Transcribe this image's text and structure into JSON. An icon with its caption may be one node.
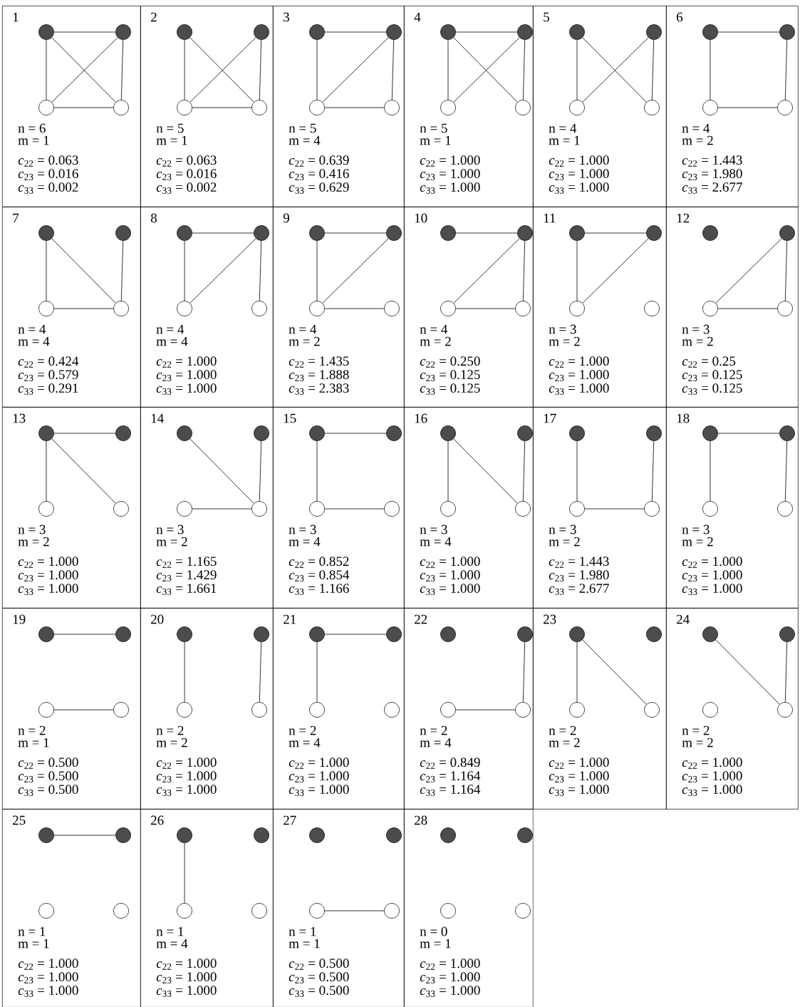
{
  "diagram": {
    "nodes": [
      {
        "text": [
          "1",
          "n = 6",
          "m = 1",
          "*c*$_{22}$ = 0.063",
          "*c*$_{23}$ = 0.016",
          "*c*$_{33}$ = 0.002"
        ]
      },
      {
        "text": [],
        "shape": "circle",
        "in": 0
      },
      {
        "text": [],
        "shape": "circle",
        "in": 0
      },
      {
        "text": [],
        "shape": "circle",
        "in": 0
      },
      {
        "text": [],
        "shape": "circle",
        "in": 0
      },
      {
        "text": [
          "2",
          "n = 5",
          "m = 1",
          "*c*$_{22}$ = 0.063",
          "*c*$_{23}$ = 0.016",
          "*c*$_{33}$ = 0.002"
        ]
      },
      {
        "text": [],
        "shape": "circle",
        "in": 5
      },
      {
        "text": [],
        "shape": "circle",
        "in": 5
      },
      {
        "text": [],
        "shape": "circle",
        "in": 5
      },
      {
        "text": [],
        "shape": "circle",
        "in": 5
      },
      {
        "text": [
          "3",
          "n = 5",
          "m = 4",
          "*c*$_{22}$ = 0.639",
          "*c*$_{23}$ = 0.416",
          "*c*$_{33}$ = 0.629"
        ]
      },
      {
        "text": [],
        "shape": "circle",
        "in": 10
      },
      {
        "text": [],
        "shape": "circle",
        "in": 10
      },
      {
        "text": [],
        "shape": "circle",
        "in": 10
      },
      {
        "text": [],
        "shape": "circle",
        "in": 10
      },
      {
        "text": [
          "4",
          "n = 5",
          "m = 1",
          "*c*$_{22}$ = 1.000",
          "*c*$_{23}$ = 1.000",
          "*c*$_{33}$ = 1.000"
        ]
      },
      {
        "text": [],
        "shape": "circle",
        "in": 15
      },
      {
        "text": [],
        "shape": "circle",
        "in": 15
      },
      {
        "text": [],
        "shape": "circle",
        "in": 15
      },
      {
        "text": [],
        "shape": "circle",
        "in": 15
      },
      {
        "text": [
          "5",
          "n = 4",
          "m = 1",
          "*c*$_{22}$ = 1.000",
          "*c*$_{23}$ = 1.000",
          "*c*$_{33}$ = 1.000"
        ]
      },
      {
        "text": [],
        "shape": "circle",
        "in": 20
      },
      {
        "text": [],
        "shape": "circle",
        "in": 20
      },
      {
        "text": [],
        "shape": "circle",
        "in": 20
      },
      {
        "text": [],
        "shape": "circle",
        "in": 20
      },
      {
        "text": [
          "6",
          "n = 4",
          "m = 2",
          "*c*$_{22}$ = 1.443",
          "*c*$_{23}$ = 1.980",
          "*c*$_{33}$ = 2.677"
        ]
      },
      {
        "text": [],
        "shape": "circle",
        "in": 25
      },
      {
        "text": [],
        "shape": "circle",
        "in": 25
      },
      {
        "text": [],
        "shape": "circle",
        "in": 25
      },
      {
        "text": [],
        "shape": "circle",
        "in": 25
      },
      {
        "text": [
          "7",
          "n = 4",
          "m = 4",
          "*c*$_{22}$ = 0.424",
          "*c*$_{23}$ = 0.579",
          "*c*$_{33}$ = 0.291"
        ]
      },
      {
        "text": [],
        "shape": "circle",
        "in": 30
      },
      {
        "text": [],
        "shape": "circle",
        "in": 30
      },
      {
        "text": [],
        "shape": "circle",
        "in": 30
      },
      {
        "text": [],
        "shape": "circle",
        "in": 30
      },
      {
        "text": [
          "8",
          "n = 4",
          "m = 4",
          "*c*$_{22}$ = 1.000",
          "*c*$_{23}$ = 1.000",
          "*c*$_{33}$ = 1.000"
        ]
      },
      {
        "text": [],
        "shape": "circle",
        "in": 35
      },
      {
        "text": [],
        "shape": "circle",
        "in": 35
      },
      {
        "text": [],
        "shape": "circle",
        "in": 35
      },
      {
        "text": [],
        "shape": "circle",
        "in": 35
      },
      {
        "text": [
          "9",
          "n = 4",
          "m = 2",
          "*c*$_{22}$ = 1.435",
          "*c*$_{23}$ = 1.888",
          "*c*$_{33}$ = 2.383"
        ]
      },
      {
        "text": [],
        "shape": "circle",
        "in": 40
      },
      {
        "text": [],
        "shape": "circle",
        "in": 40
      },
      {
        "text": [],
        "shape": "circle",
        "in": 40
      },
      {
        "text": [],
        "shape": "circle",
        "in": 40
      },
      {
        "text": [
          "10",
          "n = 4",
          "m = 2",
          "*c*$_{22}$ = 0.250",
          "*c*$_{23}$ = 0.125",
          "*c*$_{33}$ = 0.125"
        ]
      },
      {
        "text": [],
        "shape": "circle",
        "in": 45
      },
      {
        "text": [],
        "shape": "circle",
        "in": 45
      },
      {
        "text": [],
        "shape": "circle",
        "in": 45
      },
      {
        "text": [],
        "shape": "circle",
        "in": 45
      },
      {
        "text": [
          "11",
          "n = 3",
          "m = 2",
          "*c*$_{22}$ = 1.000",
          "*c*$_{23}$ = 1.000",
          "*c*$_{33}$ = 1.000"
        ]
      },
      {
        "text": [],
        "shape": "circle",
        "in": 50
      },
      {
        "text": [],
        "shape": "circle",
        "in": 50
      },
      {
        "text": [],
        "shape": "circle",
        "in": 50
      },
      {
        "text": [],
        "shape": "circle",
        "in": 50
      },
      {
        "text": [
          "12",
          "n = 3",
          "m = 2",
          "*c*$_{22}$ = 0.25",
          "*c*$_{23}$ = 0.125",
          "*c*$_{33}$ = 0.125"
        ]
      },
      {
        "text": [],
        "shape": "circle",
        "in": 55
      },
      {
        "text": [],
        "shape": "circle",
        "in": 55
      },
      {
        "text": [],
        "shape": "circle",
        "in": 55
      },
      {
        "text": [],
        "shape": "circle",
        "in": 55
      },
      {
        "text": [
          "13",
          "n = 3",
          "m = 2",
          "*c*$_{22}$ = 1.000",
          "*c*$_{23}$ = 1.000",
          "*c*$_{33}$ = 1.000"
        ]
      },
      {
        "text": [],
        "shape": "circle",
        "in": 60
      },
      {
        "text": [],
        "shape": "circle",
        "in": 60
      },
      {
        "text": [],
        "shape": "circle",
        "in": 60
      },
      {
        "text": [],
        "shape": "circle",
        "in": 60
      },
      {
        "text": [
          "14",
          "n = 3",
          "m = 2",
          "*c*$_{22}$ = 1.165",
          "*c*$_{23}$ = 1.429",
          "*c*$_{33}$ = 1.661"
        ]
      },
      {
        "text": [],
        "shape": "circle",
        "in": 65
      },
      {
        "text": [],
        "shape": "circle",
        "in": 65
      },
      {
        "text": [],
        "shape": "circle",
        "in": 65
      },
      {
        "text": [],
        "shape": "circle",
        "in": 65
      },
      {
        "text": [
          "15",
          "n = 3",
          "m = 4",
          "*c*$_{22}$ = 0.852",
          "*c*$_{23}$ = 0.854",
          "*c*$_{33}$ = 1.166"
        ]
      },
      {
        "text": [],
        "shape": "circle",
        "in": 70
      },
      {
        "text": [],
        "shape": "circle",
        "in": 70
      },
      {
        "text": [],
        "shape": "circle",
        "in": 70
      },
      {
        "text": [],
        "shape": "circle",
        "in": 70
      },
      {
        "text": [
          "16",
          "n = 3",
          "m = 4",
          "*c*$_{22}$ = 1.000",
          "*c*$_{23}$ = 1.000",
          "*c*$_{33}$ = 1.000"
        ]
      },
      {
        "text": [],
        "shape": "circle",
        "in": 75
      },
      {
        "text": [],
        "shape": "circle",
        "in": 75
      },
      {
        "text": [],
        "shape": "circle",
        "in": 75
      },
      {
        "text": [],
        "shape": "circle",
        "in": 75
      },
      {
        "text": [
          "17",
          "n = 3",
          "m = 2",
          "*c*$_{22}$ = 1.443",
          "*c*$_{23}$ = 1.980",
          "*c*$_{33}$ = 2.677"
        ]
      },
      {
        "text": [],
        "shape": "circle",
        "in": 80
      },
      {
        "text": [],
        "shape": "circle",
        "in": 80
      },
      {
        "text": [],
        "shape": "circle",
        "in": 80
      },
      {
        "text": [],
        "shape": "circle",
        "in": 80
      },
      {
        "text": [
          "18",
          "n = 3",
          "m = 2",
          "*c*$_{22}$ = 1.000",
          "*c*$_{23}$ = 1.000",
          "*c*$_{33}$ = 1.000"
        ]
      },
      {
        "text": [],
        "shape": "circle",
        "in": 85
      },
      {
        "text": [],
        "shape": "circle",
        "in": 85
      },
      {
        "text": [],
        "shape": "circle",
        "in": 85
      },
      {
        "text": [],
        "shape": "circle",
        "in": 85
      },
      {
        "text": [
          "19",
          "n = 2",
          "m = 1",
          "*c*$_{22}$ = 0.500",
          "*c*$_{23}$ = 0.500",
          "*c*$_{33}$ = 0.500"
        ]
      },
      {
        "text": [],
        "shape": "circle",
        "in": 90
      },
      {
        "text": [],
        "shape": "circle",
        "in": 90
      },
      {
        "text": [],
        "shape": "circle",
        "in": 90
      },
      {
        "text": [],
        "shape": "circle",
        "in": 90
      },
      {
        "text": [
          "20",
          "n = 2",
          "m = 2",
          "*c*$_{22}$ = 1.000",
          "*c*$_{23}$ = 1.000",
          "*c*$_{33}$ = 1.000"
        ]
      },
      {
        "text": [],
        "shape": "circle",
        "in": 95
      },
      {
        "text": [],
        "shape": "circle",
        "in": 95
      },
      {
        "text": [],
        "shape": "circle",
        "in": 95
      },
      {
        "text": [],
        "shape": "circle",
        "in": 95
      },
      {
        "text": [
          "21",
          "n = 2",
          "m = 4",
          "*c*$_{22}$ = 1.000",
          "*c*$_{23}$ = 1.000",
          "*c*$_{33}$ = 1.000"
        ]
      },
      {
        "text": [],
        "shape": "circle",
        "in": 100
      },
      {
        "text": [],
        "shape": "circle",
        "in": 100
      },
      {
        "text": [],
        "shape": "circle",
        "in": 100
      },
      {
        "text": [],
        "shape": "circle",
        "in": 100
      },
      {
        "text": [
          "22",
          "n = 2",
          "m = 4",
          "*c*$_{22}$ = 0.849",
          "*c*$_{23}$ = 1.164",
          "*c*$_{33}$ = 1.164"
        ]
      },
      {
        "text": [],
        "shape": "circle",
        "in": 105
      },
      {
        "text": [],
        "shape": "circle",
        "in": 105
      },
      {
        "text": [],
        "shape": "circle",
        "in": 105
      },
      {
        "text": [],
        "shape": "circle",
        "in": 105
      },
      {
        "text": [
          "23",
          "n = 2",
          "m = 2",
          "*c*$_{22}$ = 1.000",
          "*c*$_{23}$ = 1.000",
          "*c*$_{33}$ = 1.000"
        ]
      },
      {
        "text": [],
        "shape": "circle",
        "in": 110
      },
      {
        "text": [],
        "shape": "circle",
        "in": 110
      },
      {
        "text": [],
        "shape": "circle",
        "in": 110
      },
      {
        "text": [],
        "shape": "circle",
        "in": 110
      },
      {
        "text": [
          "24",
          "n = 2",
          "m = 2",
          "*c*$_{22}$ = 1.000",
          "*c*$_{23}$ = 1.000",
          "*c*$_{33}$ = 1.000"
        ]
      },
      {
        "text": [],
        "shape": "circle",
        "in": 115
      },
      {
        "text": [],
        "shape": "circle",
        "in": 115
      },
      {
        "text": [],
        "shape": "circle",
        "in": 115
      },
      {
        "text": [],
        "shape": "circle",
        "in": 115
      },
      {
        "text": [
          "25",
          "n = 1",
          "m = 1",
          "*c*$_{22}$ = 1.000",
          "*c*$_{23}$ = 1.000",
          "*c*$_{33}$ = 1.000"
        ]
      },
      {
        "text": [],
        "shape": "circle",
        "in": 120
      },
      {
        "text": [],
        "shape": "circle",
        "in": 120
      },
      {
        "text": [],
        "shape": "circle",
        "in": 120
      },
      {
        "text": [],
        "shape": "circle",
        "in": 120
      },
      {
        "text": [
          "26",
          "n = 1",
          "m = 4",
          "*c*$_{22}$ = 1.000",
          "*c*$_{23}$ = 1.000",
          "*c*$_{33}$ = 1.000"
        ]
      },
      {
        "text": [],
        "shape": "circle",
        "in": 125
      },
      {
        "text": [],
        "shape": "circle",
        "in": 125
      },
      {
        "text": [],
        "shape": "circle",
        "in": 125
      },
      {
        "text": [],
        "shape": "circle",
        "in": 125
      },
      {
        "text": [
          "27",
          "n = 1",
          "m = 1",
          "*c*$_{22}$ = 0.500",
          "*c*$_{23}$ = 0.500",
          "*c*$_{33}$ = 0.500"
        ]
      },
      {
        "text": [],
        "shape": "circle",
        "in": 130
      },
      {
        "text": [],
        "shape": "circle",
        "in": 130
      },
      {
        "text": [],
        "shape": "circle",
        "in": 130
      },
      {
        "text": [],
        "shape": "circle",
        "in": 130
      },
      {
        "text": [
          "28",
          "n = 0",
          "m = 1",
          "*c*$_{22}$ = 1.000",
          "*c*$_{23}$ = 1.000",
          "*c*$_{33}$ = 1.000"
        ]
      },
      {
        "text": [],
        "shape": "circle",
        "in": 135
      },
      {
        "text": [],
        "shape": "circle",
        "in": 135
      },
      {
        "text": [],
        "shape": "circle",
        "in": 135
      },
      {
        "text": [],
        "shape": "circle",
        "in": 135
      }
    ],
    "edges": [
      {
        "from": 1,
        "to": 2,
        "arrow": "none"
      },
      {
        "from": 1,
        "to": 3,
        "arrow": "none"
      },
      {
        "from": 1,
        "to": 4,
        "arrow": "none"
      },
      {
        "from": 2,
        "to": 3,
        "arrow": "none"
      },
      {
        "from": 2,
        "to": 4,
        "arrow": "none"
      },
      {
        "from": 3,
        "to": 4,
        "arrow": "none"
      },
      {
        "from": 6,
        "to": 8,
        "arrow": "none"
      },
      {
        "from": 6,
        "to": 9,
        "arrow": "none"
      },
      {
        "from": 7,
        "to": 8,
        "arrow": "none"
      },
      {
        "from": 7,
        "to": 9,
        "arrow": "none"
      },
      {
        "from": 8,
        "to": 9,
        "arrow": "none"
      },
      {
        "from": 11,
        "to": 12,
        "arrow": "none"
      },
      {
        "from": 11,
        "to": 13,
        "arrow": "none"
      },
      {
        "from": 12,
        "to": 13,
        "arrow": "none"
      },
      {
        "from": 12,
        "to": 14,
        "arrow": "none"
      },
      {
        "from": 13,
        "to": 14,
        "arrow": "none"
      },
      {
        "from": 16,
        "to": 17,
        "arrow": "none"
      },
      {
        "from": 16,
        "to": 18,
        "arrow": "none"
      },
      {
        "from": 16,
        "to": 19,
        "arrow": "none"
      },
      {
        "from": 17,
        "to": 18,
        "arrow": "none"
      },
      {
        "from": 17,
        "to": 19,
        "arrow": "none"
      },
      {
        "from": 21,
        "to": 23,
        "arrow": "none"
      },
      {
        "from": 21,
        "to": 24,
        "arrow": "none"
      },
      {
        "from": 22,
        "to": 23,
        "arrow": "none"
      },
      {
        "from": 22,
        "to": 24,
        "arrow": "none"
      },
      {
        "from": 26,
        "to": 27,
        "arrow": "none"
      },
      {
        "from": 26,
        "to": 28,
        "arrow": "none"
      },
      {
        "from": 27,
        "to": 29,
        "arrow": "none"
      },
      {
        "from": 28,
        "to": 29,
        "arrow": "none"
      },
      {
        "from": 31,
        "to": 33,
        "arrow": "none"
      },
      {
        "from": 31,
        "to": 34,
        "arrow": "none"
      },
      {
        "from": 32,
        "to": 34,
        "arrow": "none"
      },
      {
        "from": 33,
        "to": 34,
        "arrow": "none"
      },
      {
        "from": 36,
        "to": 37,
        "arrow": "none"
      },
      {
        "from": 36,
        "to": 38,
        "arrow": "none"
      },
      {
        "from": 37,
        "to": 38,
        "arrow": "none"
      },
      {
        "from": 37,
        "to": 39,
        "arrow": "none"
      },
      {
        "from": 41,
        "to": 42,
        "arrow": "none"
      },
      {
        "from": 41,
        "to": 43,
        "arrow": "none"
      },
      {
        "from": 42,
        "to": 43,
        "arrow": "none"
      },
      {
        "from": 43,
        "to": 44,
        "arrow": "none"
      },
      {
        "from": 46,
        "to": 47,
        "arrow": "none"
      },
      {
        "from": 47,
        "to": 48,
        "arrow": "none"
      },
      {
        "from": 47,
        "to": 49,
        "arrow": "none"
      },
      {
        "from": 48,
        "to": 49,
        "arrow": "none"
      },
      {
        "from": 51,
        "to": 52,
        "arrow": "none"
      },
      {
        "from": 51,
        "to": 53,
        "arrow": "none"
      },
      {
        "from": 52,
        "to": 53,
        "arrow": "none"
      },
      {
        "from": 57,
        "to": 58,
        "arrow": "none"
      },
      {
        "from": 57,
        "to": 59,
        "arrow": "none"
      },
      {
        "from": 58,
        "to": 59,
        "arrow": "none"
      },
      {
        "from": 61,
        "to": 62,
        "arrow": "none"
      },
      {
        "from": 61,
        "to": 63,
        "arrow": "none"
      },
      {
        "from": 61,
        "to": 64,
        "arrow": "none"
      },
      {
        "from": 66,
        "to": 69,
        "arrow": "none"
      },
      {
        "from": 67,
        "to": 69,
        "arrow": "none"
      },
      {
        "from": 68,
        "to": 69,
        "arrow": "none"
      },
      {
        "from": 71,
        "to": 72,
        "arrow": "none"
      },
      {
        "from": 71,
        "to": 73,
        "arrow": "none"
      },
      {
        "from": 73,
        "to": 74,
        "arrow": "none"
      },
      {
        "from": 76,
        "to": 78,
        "arrow": "none"
      },
      {
        "from": 76,
        "to": 79,
        "arrow": "none"
      },
      {
        "from": 77,
        "to": 79,
        "arrow": "none"
      },
      {
        "from": 81,
        "to": 83,
        "arrow": "none"
      },
      {
        "from": 82,
        "to": 84,
        "arrow": "none"
      },
      {
        "from": 83,
        "to": 84,
        "arrow": "none"
      },
      {
        "from": 86,
        "to": 87,
        "arrow": "none"
      },
      {
        "from": 86,
        "to": 88,
        "arrow": "none"
      },
      {
        "from": 87,
        "to": 89,
        "arrow": "none"
      },
      {
        "from": 91,
        "to": 92,
        "arrow": "none"
      },
      {
        "from": 93,
        "to": 94,
        "arrow": "none"
      },
      {
        "from": 96,
        "to": 98,
        "arrow": "none"
      },
      {
        "from": 97,
        "to": 99,
        "arrow": "none"
      },
      {
        "from": 101,
        "to": 102,
        "arrow": "none"
      },
      {
        "from": 101,
        "to": 103,
        "arrow": "none"
      },
      {
        "from": 107,
        "to": 109,
        "arrow": "none"
      },
      {
        "from": 108,
        "to": 109,
        "arrow": "none"
      },
      {
        "from": 111,
        "to": 113,
        "arrow": "none"
      },
      {
        "from": 111,
        "to": 114,
        "arrow": "none"
      },
      {
        "from": 116,
        "to": 119,
        "arrow": "none"
      },
      {
        "from": 117,
        "to": 119,
        "arrow": "none"
      },
      {
        "from": 121,
        "to": 122,
        "arrow": "none"
      },
      {
        "from": 126,
        "to": 128,
        "arrow": "none"
      },
      {
        "from": 133,
        "to": 134,
        "arrow": "none"
      }
    ]
  }
}
